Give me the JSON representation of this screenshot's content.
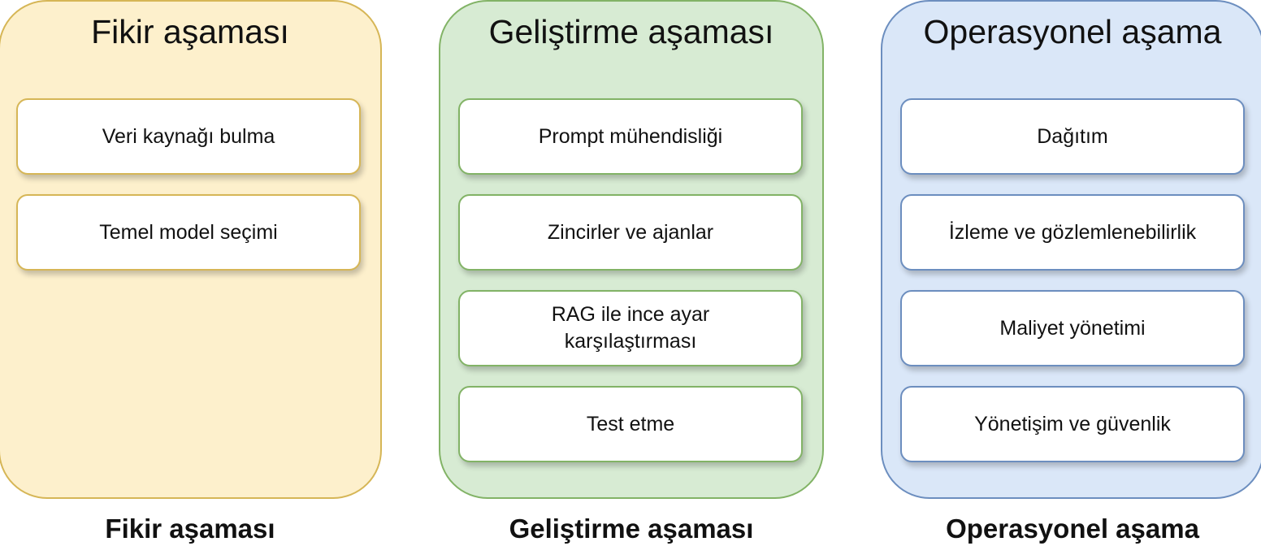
{
  "colors": {
    "yellow_fill": "#fdf0cc",
    "yellow_border": "#d6b656",
    "green_fill": "#d7ebd3",
    "green_border": "#82b366",
    "blue_fill": "#dae7f8",
    "blue_border": "#6c8ebf"
  },
  "stages": [
    {
      "title": "Fikir aşaması",
      "caption": "Fikir aşaması",
      "items": [
        "Veri kaynağı bulma",
        "Temel model seçimi"
      ]
    },
    {
      "title": "Geliştirme aşaması",
      "caption": "Geliştirme aşaması",
      "items": [
        "Prompt mühendisliği",
        "Zincirler ve ajanlar",
        "RAG ile ince ayar karşılaştırması",
        "Test etme"
      ]
    },
    {
      "title": "Operasyonel aşama",
      "caption": "Operasyonel aşama",
      "items": [
        "Dağıtım",
        "İzleme ve gözlemlenebilirlik",
        "Maliyet yönetimi",
        "Yönetişim ve güvenlik"
      ]
    }
  ]
}
